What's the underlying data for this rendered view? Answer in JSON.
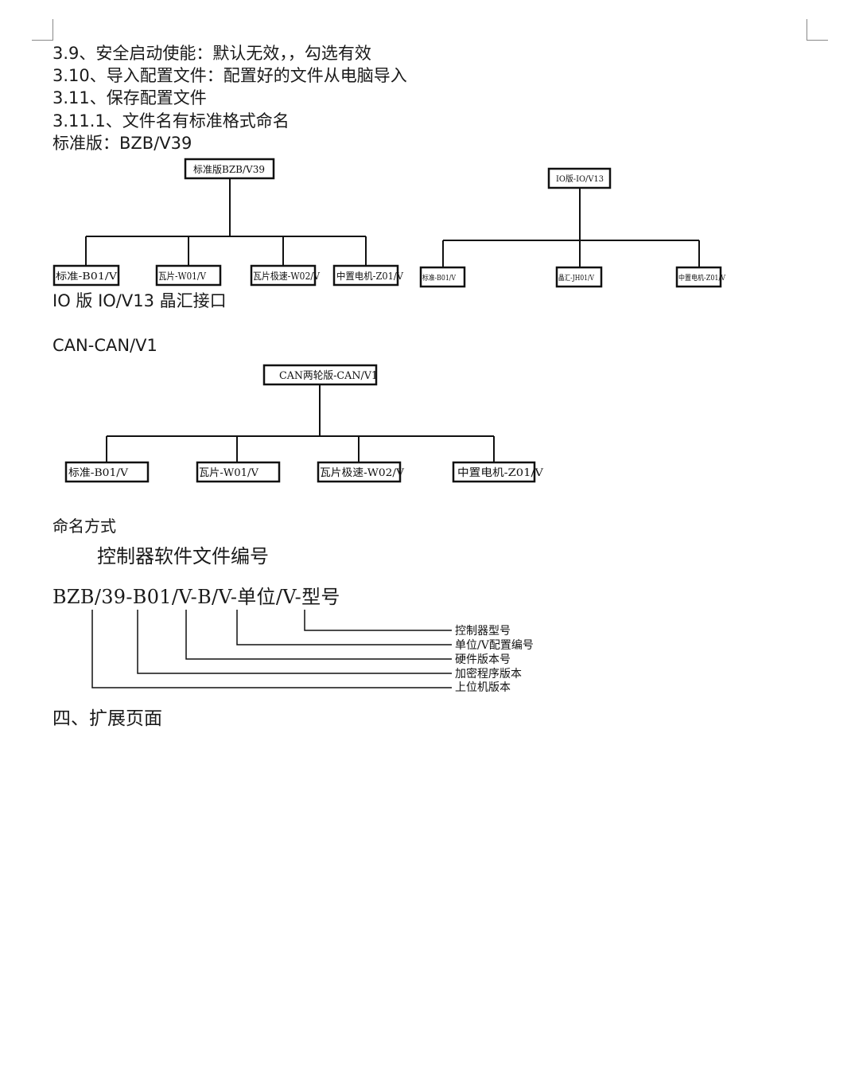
{
  "lines": {
    "l1": "3.9、安全启动使能：默认无效，，勾选有效",
    "l2": "3.10、导入配置文件：配置好的文件从电脑导入",
    "l3": "3.11、保存配置文件",
    "l4": "3.11.1、文件名有标准格式命名",
    "l5": "标准版：BZB/V39",
    "l6": "IO 版 IO/V13 晶汇接口",
    "l7": "CAN-CAN/V1",
    "l8": "命名方式",
    "l9": "控制器软件文件编号",
    "code": "BZB/39-B01/V-B/V-单位/V-型号",
    "l10": "四、扩展页面"
  },
  "tree_standard": {
    "root": "标准版BZB/V39",
    "children": [
      "标准-B01/V",
      "瓦片-W01/V",
      "瓦片极速-W02/V",
      "中置电机-Z01/V"
    ]
  },
  "tree_io": {
    "root": "IO版-IO/V13",
    "children": [
      "标准-B01/V",
      "晶汇-JH01/V",
      "中置电机-Z01/V"
    ]
  },
  "tree_can": {
    "root": "CAN两轮版-CAN/V1",
    "children": [
      "标准-B01/V",
      "瓦片-W01/V",
      "瓦片极速-W02/V",
      "中置电机-Z01/V"
    ]
  },
  "naming_labels": [
    "控制器型号",
    "单位/V配置编号",
    "硬件版本号",
    "加密程序版本",
    "上位机版本"
  ]
}
